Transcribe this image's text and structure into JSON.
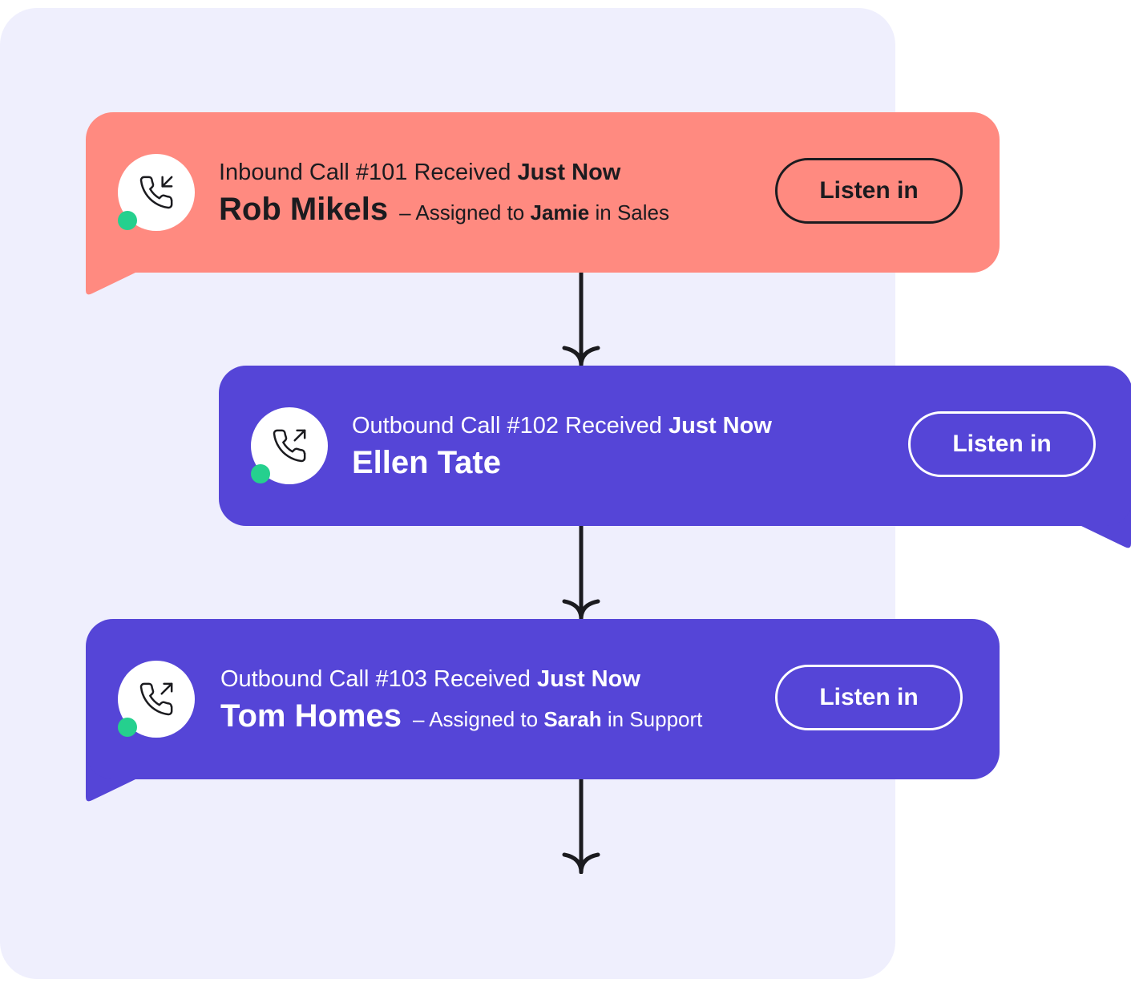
{
  "colors": {
    "panel_bg": "#efeffd",
    "inbound": "#ff8a80",
    "outbound": "#5545d7",
    "status_dot": "#25d08e",
    "arrow": "#1b1b1f"
  },
  "calls": [
    {
      "direction": "inbound",
      "title_prefix": "Inbound Call #101 Received",
      "title_time": "Just Now",
      "caller": "Rob Mikels",
      "assign_prefix": "– Assigned to",
      "assign_agent": "Jamie",
      "assign_in": "in",
      "assign_team": "Sales",
      "icon": "incoming-call-icon",
      "button_label": "Listen in"
    },
    {
      "direction": "outbound",
      "title_prefix": "Outbound Call #102 Received",
      "title_time": "Just Now",
      "caller": "Ellen Tate",
      "icon": "outgoing-call-icon",
      "button_label": "Listen in"
    },
    {
      "direction": "outbound",
      "title_prefix": "Outbound Call #103 Received",
      "title_time": "Just Now",
      "caller": "Tom Homes",
      "assign_prefix": "– Assigned to",
      "assign_agent": "Sarah",
      "assign_in": "in",
      "assign_team": "Support",
      "icon": "outgoing-call-icon",
      "button_label": "Listen in"
    }
  ]
}
